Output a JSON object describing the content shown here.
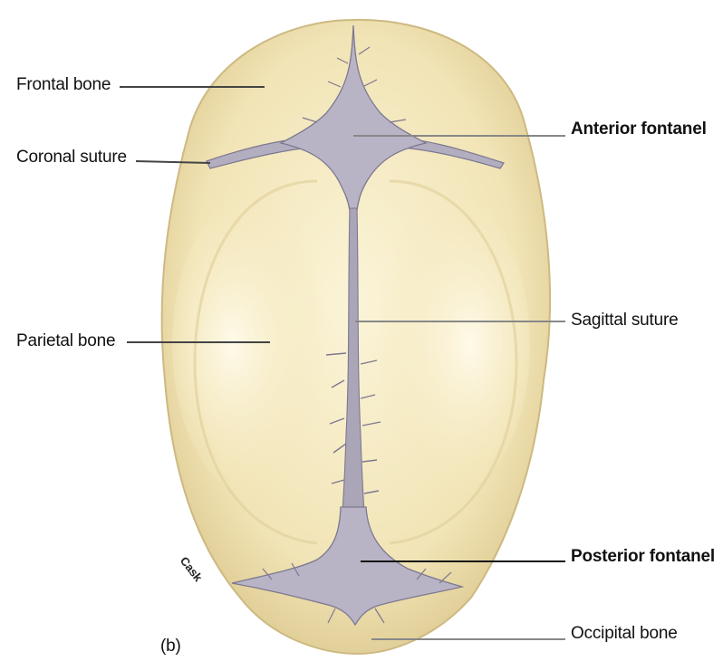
{
  "labels": {
    "frontal_bone": "Frontal bone",
    "coronal_suture": "Coronal suture",
    "parietal_bone": "Parietal bone",
    "anterior_fontanel": "Anterior fontanel",
    "sagittal_suture": "Sagittal suture",
    "posterior_fontanel": "Posterior fontanel",
    "occipital_bone": "Occipital bone",
    "panel": "(b)",
    "artist_signature": "Cask"
  },
  "colors": {
    "bone": "#f3e8c0",
    "bone_shade": "#e3d29a",
    "suture": "#a8a4b4",
    "suture_dark": "#7d7890",
    "leader_line": "#444444",
    "text": "#111111"
  }
}
